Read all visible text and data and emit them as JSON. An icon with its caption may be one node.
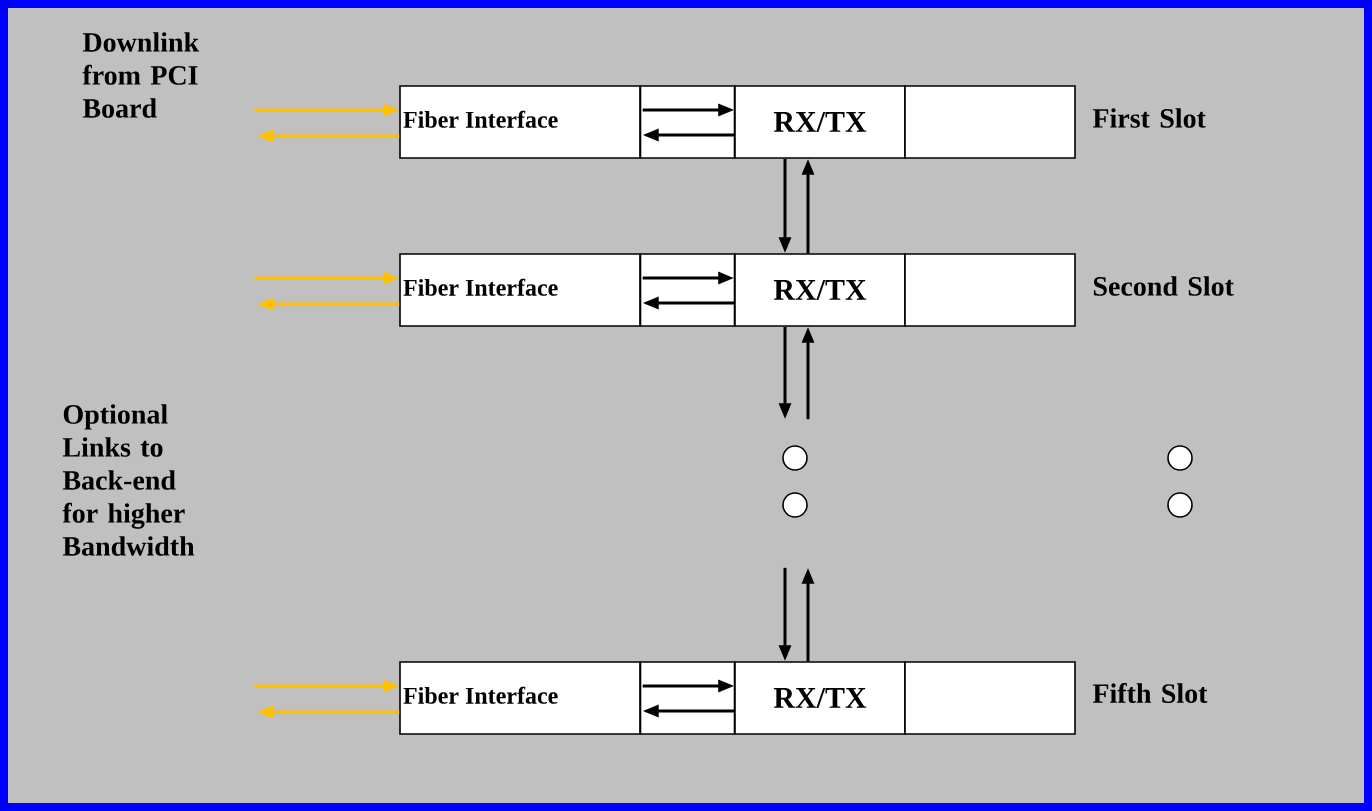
{
  "diagram": {
    "nodes": [
      {
        "text": [
          "Fiber Interface"
        ]
      },
      {
        "text": [],
        "shape": "box"
      },
      {
        "text": [
          "RX/TX"
        ]
      },
      {
        "text": [],
        "shape": "box"
      },
      {
        "text": [
          "Fiber Interface"
        ]
      },
      {
        "text": [],
        "shape": "box"
      },
      {
        "text": [
          "RX/TX"
        ]
      },
      {
        "text": [],
        "shape": "box"
      },
      {
        "text": [],
        "shape": "circle"
      },
      {
        "text": [],
        "shape": "circle"
      },
      {
        "text": [],
        "shape": "circle"
      },
      {
        "text": [],
        "shape": "circle"
      },
      {
        "text": [
          "Fiber Interface"
        ]
      },
      {
        "text": [],
        "shape": "box"
      },
      {
        "text": [
          "RX/TX"
        ]
      },
      {
        "text": [],
        "shape": "box"
      }
    ],
    "edges": [
      {
        "from": 1,
        "to": 2,
        "arrow": "to"
      },
      {
        "from": 2,
        "to": 1,
        "arrow": "to"
      },
      {
        "from": 2,
        "to": 6,
        "arrow": "to"
      },
      {
        "from": 6,
        "to": 2,
        "arrow": "to"
      },
      {
        "from": 5,
        "to": 6,
        "arrow": "to"
      },
      {
        "from": 6,
        "to": 5,
        "arrow": "to"
      },
      {
        "from": 6,
        "to": 8,
        "arrow": "to"
      },
      {
        "from": 8,
        "to": 6,
        "arrow": "to"
      },
      {
        "from": 10,
        "to": 14,
        "arrow": "to"
      },
      {
        "from": 14,
        "to": 10,
        "arrow": "to"
      },
      {
        "from": 13,
        "to": 14,
        "arrow": "to"
      },
      {
        "from": 14,
        "to": 13,
        "arrow": "to"
      },
      {
        "from": null,
        "to": 0,
        "arrow": "to",
        "color": "#ffc000"
      },
      {
        "from": 0,
        "to": null,
        "arrow": "to",
        "color": "#ffc000"
      },
      {
        "from": null,
        "to": 4,
        "arrow": "to",
        "color": "#ffc000"
      },
      {
        "from": 4,
        "to": null,
        "arrow": "to",
        "color": "#ffc000"
      },
      {
        "from": null,
        "to": 12,
        "arrow": "to",
        "color": "#ffc000"
      },
      {
        "from": 12,
        "to": null,
        "arrow": "to",
        "color": "#ffc000"
      }
    ],
    "labels": [
      "Downlink from PCI Board",
      "First Slot",
      "Second Slot",
      "Optional Links to Back-end for higher Bandwidth",
      "Fifth Slot"
    ]
  }
}
